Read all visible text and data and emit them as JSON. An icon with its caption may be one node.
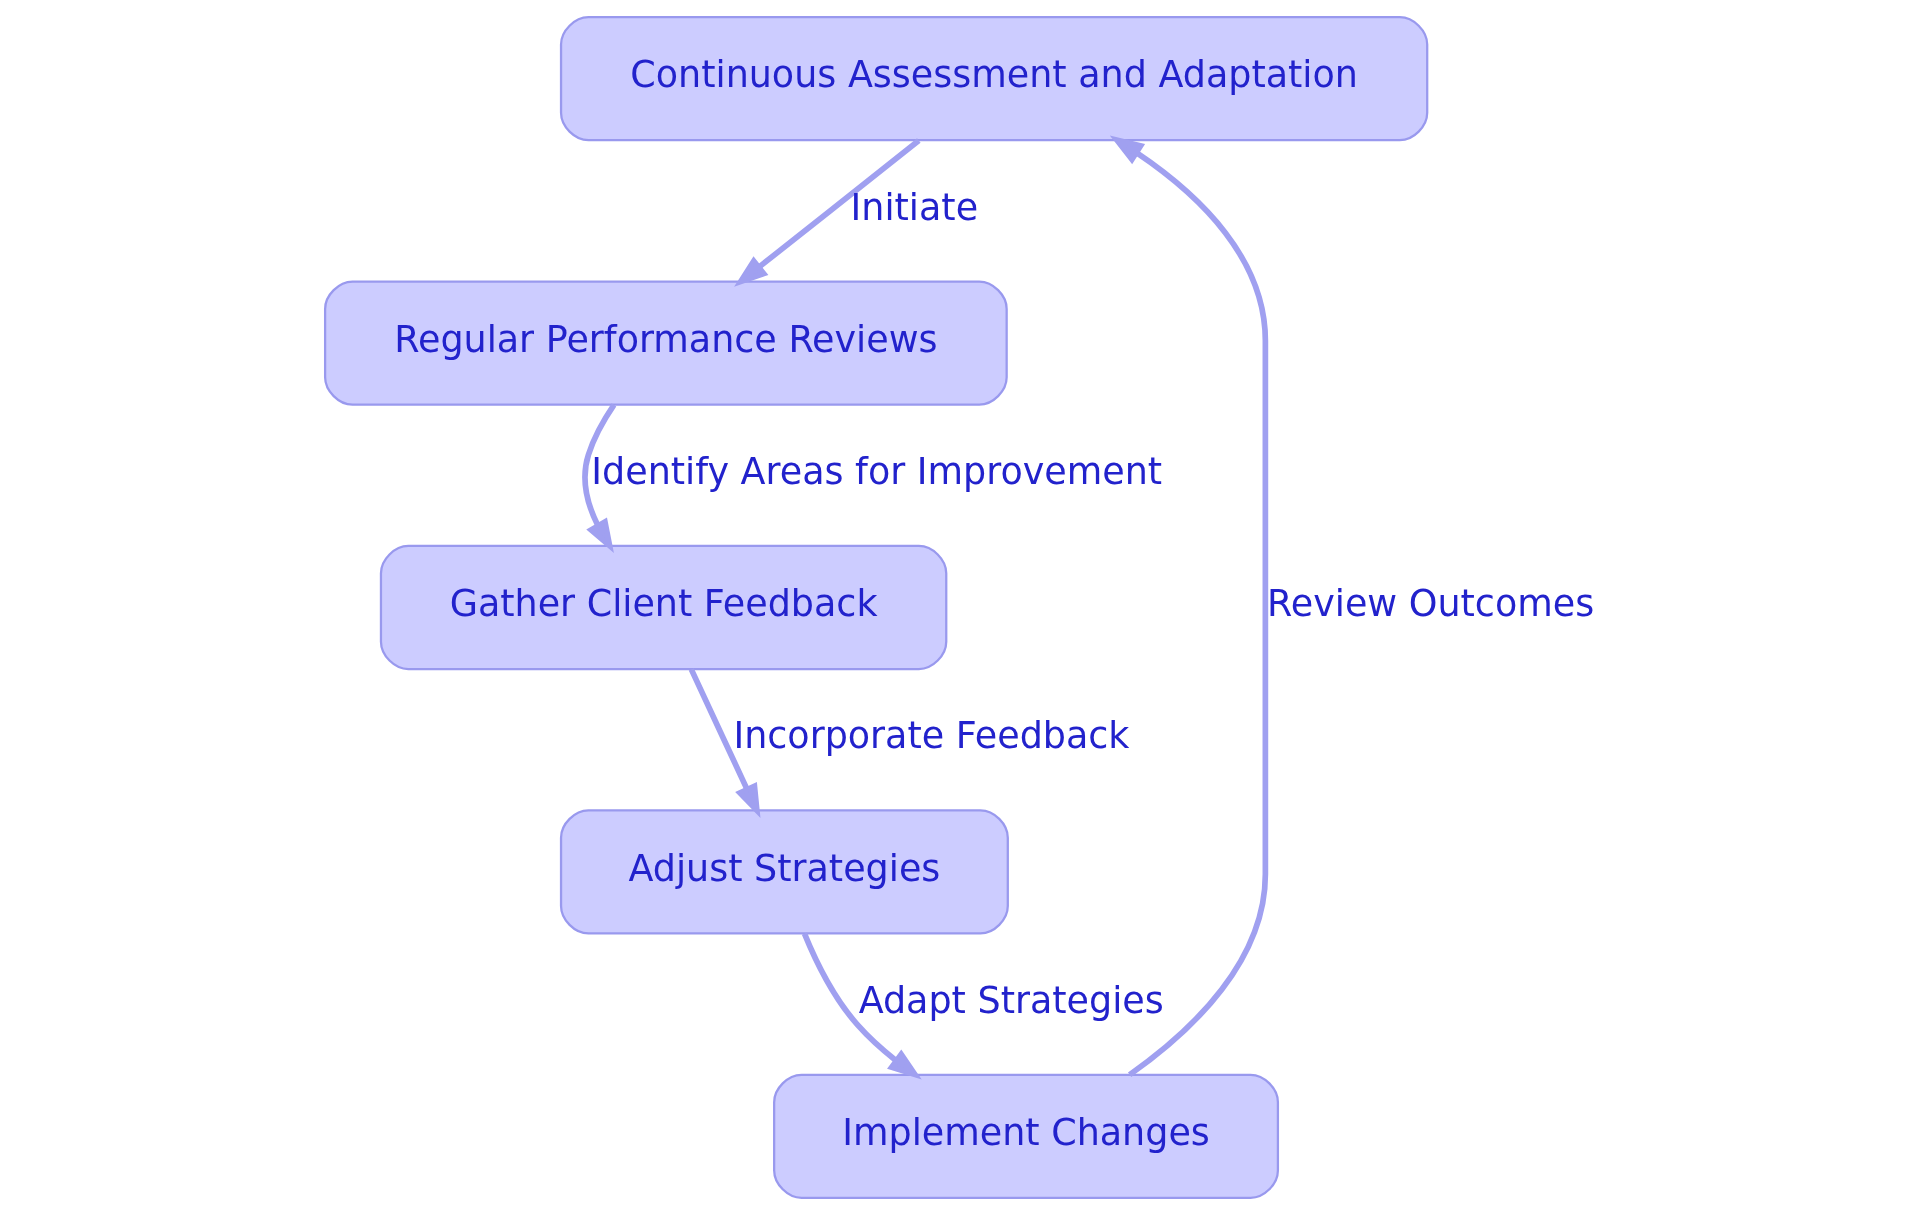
{
  "diagram": {
    "nodes": [
      {
        "text": [
          "Continuous Assessment and Adaptation"
        ]
      },
      {
        "text": [
          "Regular Performance Reviews"
        ]
      },
      {
        "text": [
          "Gather Client Feedback"
        ]
      },
      {
        "text": [
          "Adjust Strategies"
        ]
      },
      {
        "text": [
          "Implement Changes"
        ]
      }
    ],
    "edges": [
      {
        "from": 0,
        "to": 1,
        "arrow": "to",
        "label": "Initiate"
      },
      {
        "from": 1,
        "to": 2,
        "arrow": "to",
        "label": "Identify Areas for Improvement"
      },
      {
        "from": 2,
        "to": 3,
        "arrow": "to",
        "label": "Incorporate Feedback"
      },
      {
        "from": 3,
        "to": 4,
        "arrow": "to",
        "label": "Adapt Strategies"
      },
      {
        "from": 4,
        "to": 0,
        "arrow": "to",
        "label": "Review Outcomes"
      }
    ]
  }
}
